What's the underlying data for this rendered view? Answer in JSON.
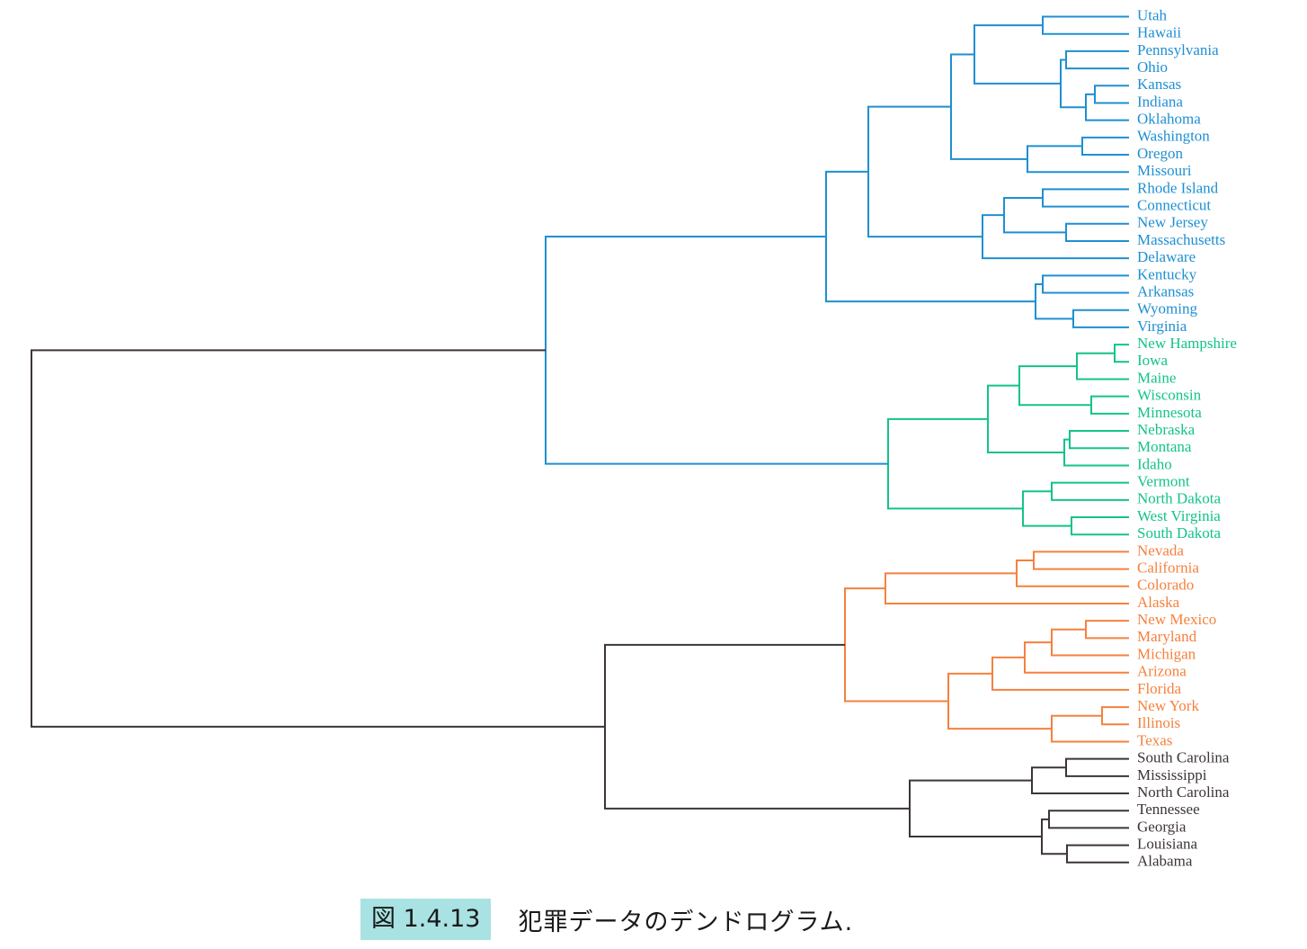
{
  "colors": {
    "blue": "#1f8fd2",
    "green": "#14c28c",
    "orange": "#f5813e",
    "dark": "#3d3535",
    "caption_bg": "#a9e2e2"
  },
  "caption": {
    "label": "図 1.4.13",
    "title": "犯罪データのデンドログラム."
  },
  "leaves": [
    {
      "name": "Utah",
      "color": "blue"
    },
    {
      "name": "Hawaii",
      "color": "blue"
    },
    {
      "name": "Pennsylvania",
      "color": "blue"
    },
    {
      "name": "Ohio",
      "color": "blue"
    },
    {
      "name": "Kansas",
      "color": "blue"
    },
    {
      "name": "Indiana",
      "color": "blue"
    },
    {
      "name": "Oklahoma",
      "color": "blue"
    },
    {
      "name": "Washington",
      "color": "blue"
    },
    {
      "name": "Oregon",
      "color": "blue"
    },
    {
      "name": "Missouri",
      "color": "blue"
    },
    {
      "name": "Rhode Island",
      "color": "blue"
    },
    {
      "name": "Connecticut",
      "color": "blue"
    },
    {
      "name": "New Jersey",
      "color": "blue"
    },
    {
      "name": "Massachusetts",
      "color": "blue"
    },
    {
      "name": "Delaware",
      "color": "blue"
    },
    {
      "name": "Kentucky",
      "color": "blue"
    },
    {
      "name": "Arkansas",
      "color": "blue"
    },
    {
      "name": "Wyoming",
      "color": "blue"
    },
    {
      "name": "Virginia",
      "color": "blue"
    },
    {
      "name": "New Hampshire",
      "color": "green"
    },
    {
      "name": "Iowa",
      "color": "green"
    },
    {
      "name": "Maine",
      "color": "green"
    },
    {
      "name": "Wisconsin",
      "color": "green"
    },
    {
      "name": "Minnesota",
      "color": "green"
    },
    {
      "name": "Nebraska",
      "color": "green"
    },
    {
      "name": "Montana",
      "color": "green"
    },
    {
      "name": "Idaho",
      "color": "green"
    },
    {
      "name": "Vermont",
      "color": "green"
    },
    {
      "name": "North Dakota",
      "color": "green"
    },
    {
      "name": "West Virginia",
      "color": "green"
    },
    {
      "name": "South Dakota",
      "color": "green"
    },
    {
      "name": "Nevada",
      "color": "orange"
    },
    {
      "name": "California",
      "color": "orange"
    },
    {
      "name": "Colorado",
      "color": "orange"
    },
    {
      "name": "Alaska",
      "color": "orange"
    },
    {
      "name": "New Mexico",
      "color": "orange"
    },
    {
      "name": "Maryland",
      "color": "orange"
    },
    {
      "name": "Michigan",
      "color": "orange"
    },
    {
      "name": "Arizona",
      "color": "orange"
    },
    {
      "name": "Florida",
      "color": "orange"
    },
    {
      "name": "New York",
      "color": "orange"
    },
    {
      "name": "Illinois",
      "color": "orange"
    },
    {
      "name": "Texas",
      "color": "orange"
    },
    {
      "name": "South Carolina",
      "color": "dark"
    },
    {
      "name": "Mississippi",
      "color": "dark"
    },
    {
      "name": "North Carolina",
      "color": "dark"
    },
    {
      "name": "Tennessee",
      "color": "dark"
    },
    {
      "name": "Georgia",
      "color": "dark"
    },
    {
      "name": "Louisiana",
      "color": "dark"
    },
    {
      "name": "Alabama",
      "color": "dark"
    }
  ],
  "merges": [
    {
      "a": "L0",
      "b": "L1",
      "color": "blue"
    },
    {
      "a": "L4",
      "b": "L5",
      "color": "blue"
    },
    {
      "a": "M1",
      "b": "L6",
      "color": "blue"
    },
    {
      "a": "L2",
      "b": "L3",
      "color": "blue"
    },
    {
      "a": "M3",
      "b": "M2",
      "color": "blue"
    },
    {
      "a": "M0",
      "b": "M4",
      "color": "blue"
    },
    {
      "a": "L7",
      "b": "L8",
      "color": "blue"
    },
    {
      "a": "M6",
      "b": "L9",
      "color": "blue"
    },
    {
      "a": "M5",
      "b": "M7",
      "color": "blue"
    },
    {
      "a": "L10",
      "b": "L11",
      "color": "blue"
    },
    {
      "a": "L12",
      "b": "L13",
      "color": "blue"
    },
    {
      "a": "M9",
      "b": "M10",
      "color": "blue"
    },
    {
      "a": "M11",
      "b": "L14",
      "color": "blue"
    },
    {
      "a": "M8",
      "b": "M12",
      "color": "blue"
    },
    {
      "a": "L15",
      "b": "L16",
      "color": "blue"
    },
    {
      "a": "L17",
      "b": "L18",
      "color": "blue"
    },
    {
      "a": "M14",
      "b": "M15",
      "color": "blue"
    },
    {
      "a": "M13",
      "b": "M16",
      "color": "blue"
    },
    {
      "a": "L19",
      "b": "L20",
      "color": "green"
    },
    {
      "a": "M18",
      "b": "L21",
      "color": "green"
    },
    {
      "a": "L22",
      "b": "L23",
      "color": "green"
    },
    {
      "a": "M19",
      "b": "M20",
      "color": "green"
    },
    {
      "a": "L24",
      "b": "L25",
      "color": "green"
    },
    {
      "a": "M22",
      "b": "L26",
      "color": "green"
    },
    {
      "a": "M21",
      "b": "M23",
      "color": "green"
    },
    {
      "a": "L27",
      "b": "L28",
      "color": "green"
    },
    {
      "a": "L29",
      "b": "L30",
      "color": "green"
    },
    {
      "a": "M25",
      "b": "M26",
      "color": "green"
    },
    {
      "a": "M24",
      "b": "M27",
      "color": "green"
    },
    {
      "a": "M17",
      "b": "M28",
      "color": "blue"
    },
    {
      "a": "L31",
      "b": "L32",
      "color": "orange"
    },
    {
      "a": "M30",
      "b": "L33",
      "color": "orange"
    },
    {
      "a": "M31",
      "b": "L34",
      "color": "orange"
    },
    {
      "a": "L35",
      "b": "L36",
      "color": "orange"
    },
    {
      "a": "M33",
      "b": "L37",
      "color": "orange"
    },
    {
      "a": "M34",
      "b": "L38",
      "color": "orange"
    },
    {
      "a": "M35",
      "b": "L39",
      "color": "orange"
    },
    {
      "a": "L40",
      "b": "L41",
      "color": "orange"
    },
    {
      "a": "M37",
      "b": "L42",
      "color": "orange"
    },
    {
      "a": "M36",
      "b": "M38",
      "color": "orange"
    },
    {
      "a": "M32",
      "b": "M39",
      "color": "orange"
    },
    {
      "a": "L43",
      "b": "L44",
      "color": "dark"
    },
    {
      "a": "M41",
      "b": "L45",
      "color": "dark"
    },
    {
      "a": "L46",
      "b": "L47",
      "color": "dark"
    },
    {
      "a": "L48",
      "b": "L49",
      "color": "dark"
    },
    {
      "a": "M43",
      "b": "M44",
      "color": "dark"
    },
    {
      "a": "M42",
      "b": "M45",
      "color": "dark"
    },
    {
      "a": "M40",
      "b": "M46",
      "color": "dark"
    },
    {
      "a": "M29",
      "b": "M47",
      "color": "dark"
    }
  ]
}
